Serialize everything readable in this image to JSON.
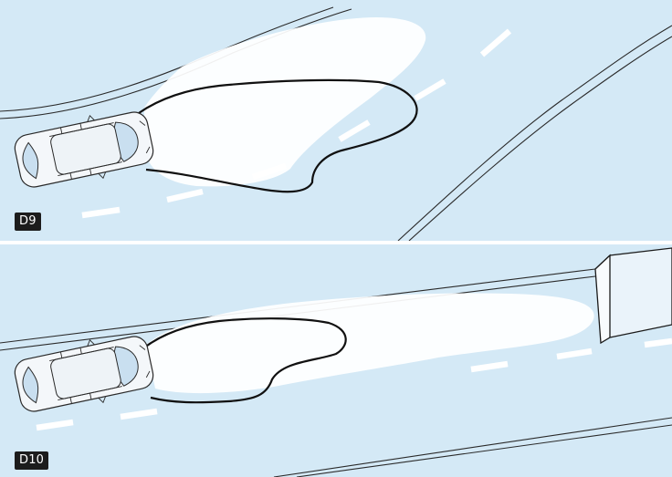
{
  "panels": [
    {
      "id": "D9",
      "label": "D9",
      "scene": "curved-road-left"
    },
    {
      "id": "D10",
      "label": "D10",
      "scene": "straight-road-with-oncoming-vehicle"
    }
  ],
  "colors": {
    "background": "#d4e9f6",
    "light_area": "#ffffff",
    "beam_outline": "#111111",
    "label_background": "#1c1c1c",
    "label_text": "#ffffff",
    "road_lines": "#2a2a2a"
  }
}
